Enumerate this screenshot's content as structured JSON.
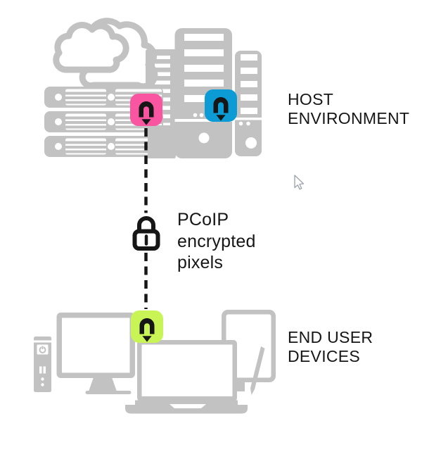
{
  "diagram": {
    "host": {
      "label": "HOST ENVIRONMENT"
    },
    "connection": {
      "label": "PCoIP encrypted pixels"
    },
    "end_user": {
      "label": "END USER DEVICES"
    }
  },
  "icons": {
    "host_agent_pink": "pcoip-agent-icon",
    "host_agent_blue": "pcoip-agent-icon",
    "client_green": "pcoip-client-icon",
    "lock": "padlock-icon",
    "cloud": "cloud-icon",
    "cursor": "mouse-pointer-cursor"
  },
  "colors": {
    "accent_pink": "#fa55a0",
    "accent_blue": "#0d9bd6",
    "accent_green": "#c9f455",
    "artwork_gray": "#c2c2c2",
    "ink": "#161616",
    "cursor_gray": "#9aa2ab"
  }
}
